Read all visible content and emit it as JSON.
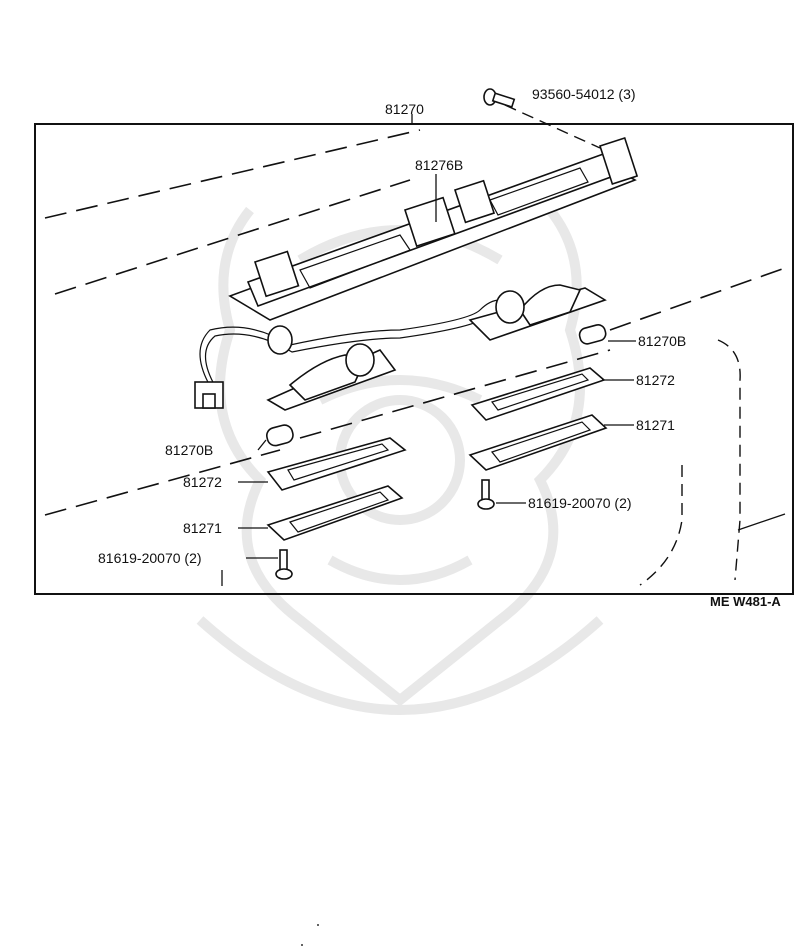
{
  "diagram": {
    "border_color": "#111111",
    "watermark_color": "#e8e8e8",
    "ref_code": "ME W481-A",
    "labels": {
      "screw_top": "93560-54012 (3)",
      "assembly": "81270",
      "housing": "81276B",
      "bulb_right": "81270B",
      "gasket_right": "81272",
      "lens_right": "81271",
      "screw_right": "81619-20070 (2)",
      "bulb_left": "81270B",
      "gasket_left": "81272",
      "lens_left": "81271",
      "screw_left": "81619-20070 (2)"
    }
  }
}
